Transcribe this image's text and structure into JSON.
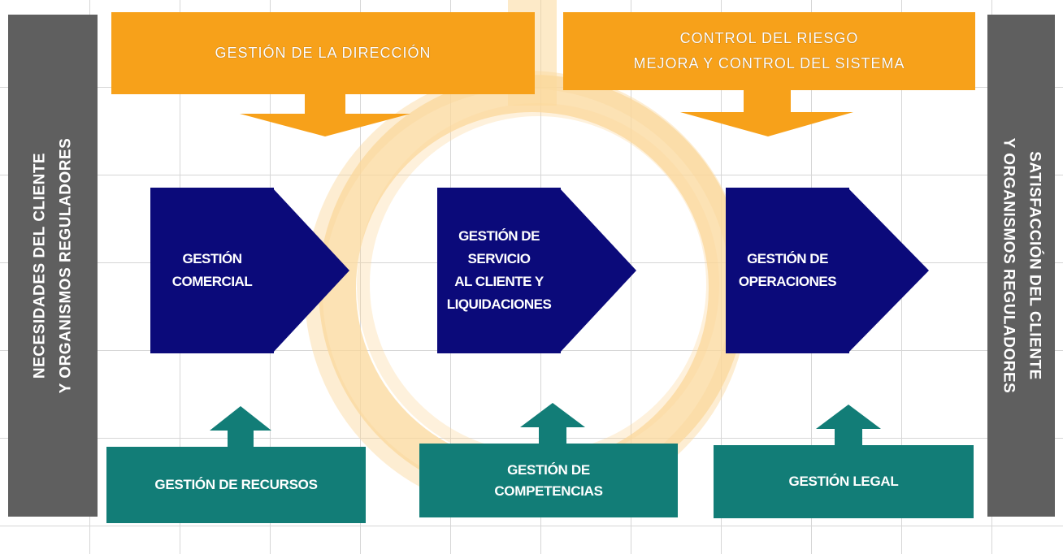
{
  "left_banner": {
    "line1": "NECESIDADES DEL CLIENTE",
    "line2": "Y ORGANISMOS REGULADORES"
  },
  "right_banner": {
    "line1": "SATISFACCIÓN DEL CLIENTE",
    "line2": "Y ORGANISMOS REGULADORES"
  },
  "strategic": {
    "left": {
      "line1": "GESTIÓN  DE LA DIRECCIÓN"
    },
    "right": {
      "line1": "CONTROL  DEL RIESGO",
      "line2": "MEJORA  Y  CONTROL DEL SISTEMA"
    }
  },
  "processes": [
    {
      "line1": "GESTIÓN",
      "line2": "COMERCIAL"
    },
    {
      "line1": "GESTIÓN DE",
      "line2": "SERVICIO",
      "line3": "AL CLIENTE Y",
      "line4": "LIQUIDACIONES"
    },
    {
      "line1": "GESTIÓN  DE",
      "line2": "OPERACIONES"
    }
  ],
  "support": [
    {
      "line1": "GESTIÓN DE RECURSOS"
    },
    {
      "line1": "GESTIÓN DE",
      "line2": "COMPETENCIAS"
    },
    {
      "line1": "GESTIÓN LEGAL"
    }
  ],
  "colors": {
    "orange": "#f7a11a",
    "navy": "#0b0a7a",
    "teal": "#127d77",
    "gray": "#5f5f5f",
    "swirl": "#fbd89b"
  }
}
